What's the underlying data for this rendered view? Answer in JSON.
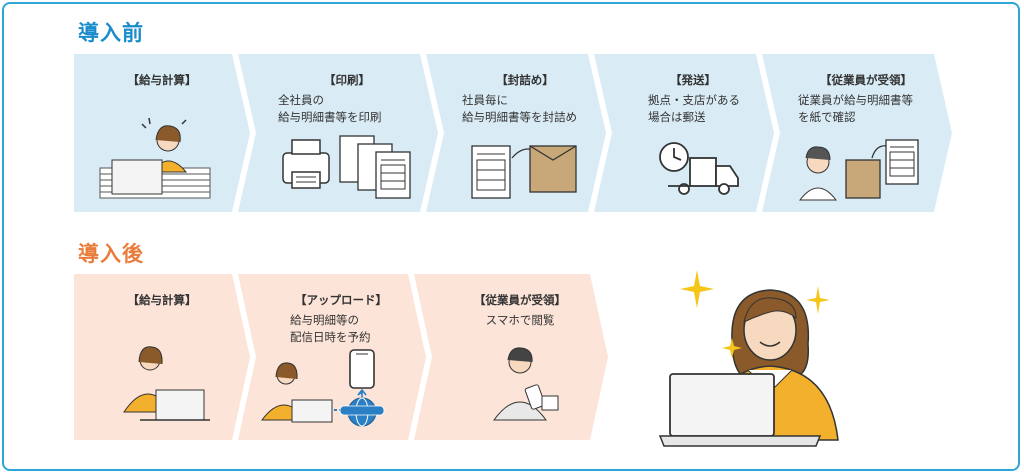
{
  "sections": {
    "before": {
      "title": "導入前",
      "color": "#1a8ccc",
      "fill": "#d9ecf5",
      "steps": [
        {
          "label": "【給与計算】",
          "desc": ""
        },
        {
          "label": "【印刷】",
          "desc": "全社員の\n給与明細書等を印刷"
        },
        {
          "label": "【封詰め】",
          "desc": "社員毎に\n給与明細書等を封詰め"
        },
        {
          "label": "【発送】",
          "desc": "拠点・支店がある\n場合は郵送"
        },
        {
          "label": "【従業員が受領】",
          "desc": "従業員が給与明細書等\nを紙で確認"
        }
      ]
    },
    "after": {
      "title": "導入後",
      "color": "#ea7c3b",
      "fill": "#fce4d8",
      "steps": [
        {
          "label": "【給与計算】",
          "desc": ""
        },
        {
          "label": "【アップロード】",
          "desc": "給与明細等の\n配信日時を予約"
        },
        {
          "label": "【従業員が受領】",
          "desc": "スマホで閲覧"
        }
      ]
    }
  }
}
